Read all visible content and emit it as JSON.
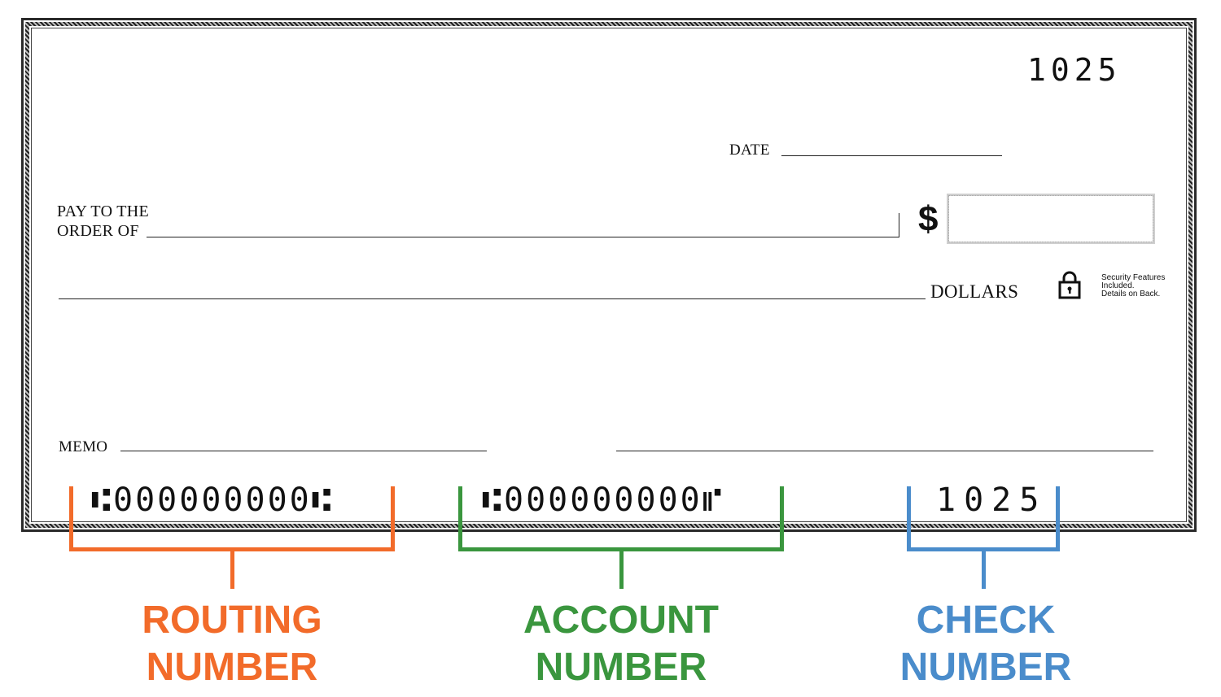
{
  "check": {
    "check_number": "1025",
    "date_label": "DATE",
    "payee_label_line1": "PAY TO THE",
    "payee_label_line2": "ORDER OF",
    "currency_symbol": "$",
    "dollars_label": "DOLLARS",
    "security_note": [
      "Security Features",
      "Included.",
      "Details on Back."
    ],
    "memo_label": "MEMO",
    "micr": {
      "routing": "⑆000000000⑆",
      "account": "⑆000000000⑈",
      "check": "1025"
    }
  },
  "annotations": [
    {
      "label_line1": "ROUTING",
      "label_line2": "NUMBER",
      "color": "#F26B2A"
    },
    {
      "label_line1": "ACCOUNT",
      "label_line2": "NUMBER",
      "color": "#3A963E"
    },
    {
      "label_line1": "CHECK",
      "label_line2": "NUMBER",
      "color": "#4A8CCB"
    }
  ],
  "icons": {
    "lock": "lock-icon"
  }
}
